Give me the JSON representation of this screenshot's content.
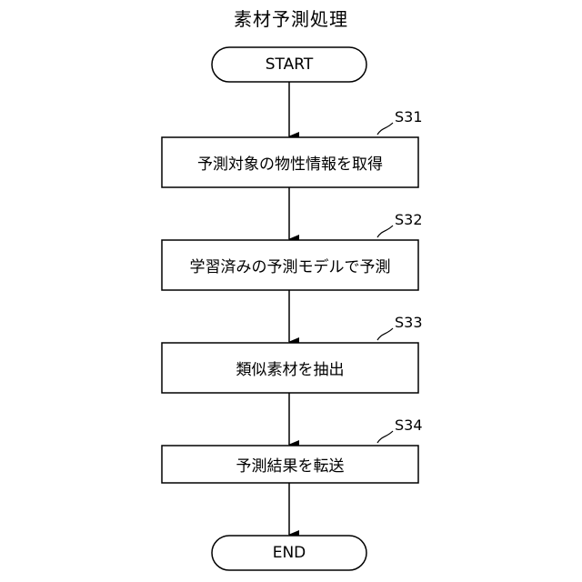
{
  "title": "素材予測処理",
  "start_label": "START",
  "end_label": "END",
  "steps": [
    {
      "id": "S31",
      "text": "予測対象の物性情報を取得"
    },
    {
      "id": "S32",
      "text": "学習済みの予測モデルで予測"
    },
    {
      "id": "S33",
      "text": "類似素材を抽出"
    },
    {
      "id": "S34",
      "text": "予測結果を転送"
    }
  ]
}
